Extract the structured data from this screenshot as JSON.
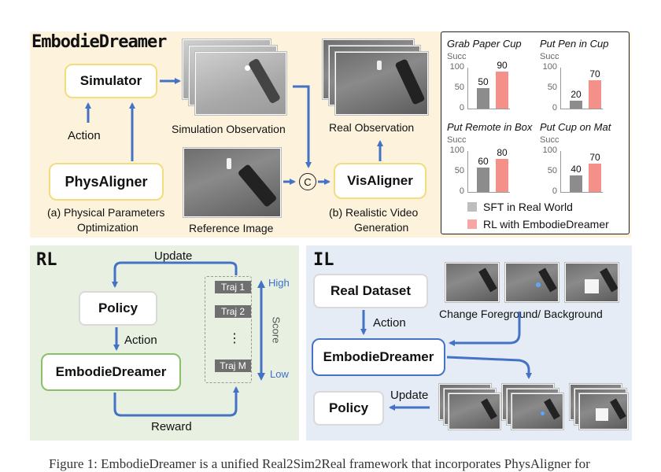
{
  "top": {
    "title": "EmbodieDreamer",
    "simulator_label": "Simulator",
    "physaligner_label": "PhysAligner",
    "visaligner_label": "VisAligner",
    "action_label": "Action",
    "caption_a_line1": "(a) Physical Parameters",
    "caption_a_line2": "Optimization",
    "sim_obs_label": "Simulation Observation",
    "real_obs_label": "Real Observation",
    "reference_label": "Reference Image",
    "concat_symbol": "C",
    "caption_b_line1": "(b) Realistic Video",
    "caption_b_line2": "Generation"
  },
  "results": {
    "succ_label": "Succ",
    "legend": [
      {
        "label": "SFT in Real World",
        "color": "#8c8c8c"
      },
      {
        "label": "RL with EmbodieDreamer",
        "color": "#f3908a"
      }
    ]
  },
  "chart_data": [
    {
      "type": "bar",
      "title": "Grab Paper Cup",
      "ylabel": "Succ",
      "ylim": [
        0,
        100
      ],
      "yticks": [
        "100",
        "50",
        "0"
      ],
      "values": [
        50,
        90
      ],
      "labels": [
        "50",
        "90"
      ],
      "colors": [
        "#8c8c8c",
        "#f3908a"
      ]
    },
    {
      "type": "bar",
      "title": "Put Pen in Cup",
      "ylabel": "Succ",
      "ylim": [
        0,
        100
      ],
      "yticks": [
        "100",
        "50",
        "0"
      ],
      "values": [
        20,
        70
      ],
      "labels": [
        "20",
        "70"
      ],
      "colors": [
        "#8c8c8c",
        "#f3908a"
      ]
    },
    {
      "type": "bar",
      "title": "Put Remote in Box",
      "ylabel": "Succ",
      "ylim": [
        0,
        100
      ],
      "yticks": [
        "100",
        "50",
        "0"
      ],
      "values": [
        60,
        80
      ],
      "labels": [
        "60",
        "80"
      ],
      "colors": [
        "#8c8c8c",
        "#f3908a"
      ]
    },
    {
      "type": "bar",
      "title": "Put Cup on Mat",
      "ylabel": "Succ",
      "ylim": [
        0,
        100
      ],
      "yticks": [
        "100",
        "50",
        "0"
      ],
      "values": [
        40,
        70
      ],
      "labels": [
        "40",
        "70"
      ],
      "colors": [
        "#8c8c8c",
        "#f3908a"
      ]
    }
  ],
  "rl": {
    "title": "RL",
    "update_label": "Update",
    "policy_label": "Policy",
    "action_label": "Action",
    "dreamer_label": "EmbodieDreamer",
    "reward_label": "Reward",
    "traj1": "Traj 1",
    "traj2": "Traj 2",
    "dots": "⋮",
    "trajm": "Traj M",
    "high_label": "High",
    "score_label": "Score",
    "low_label": "Low"
  },
  "il": {
    "title": "IL",
    "real_dataset_label": "Real Dataset",
    "action_label": "Action",
    "change_label": "Change Foreground/ Background",
    "dreamer_label": "EmbodieDreamer",
    "update_label": "Update",
    "policy_label": "Policy"
  },
  "caption_fragment": "Figure 1: EmbodieDreamer is a unified Real2Sim2Real framework that incorporates PhysAligner for"
}
